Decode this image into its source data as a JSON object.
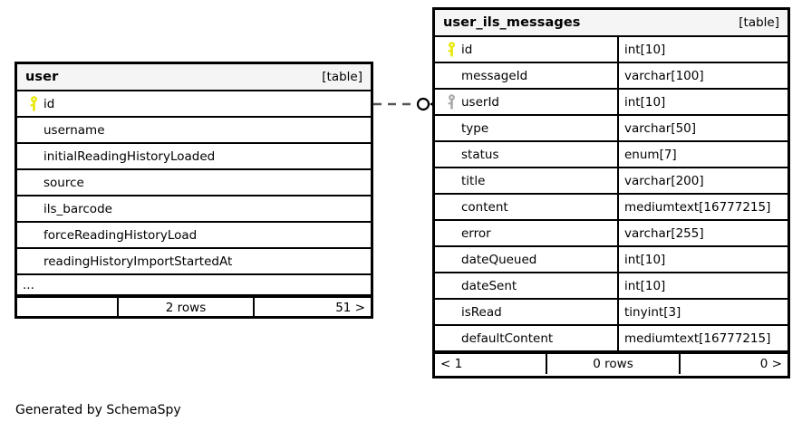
{
  "diagram": {
    "generator_credit": "Generated by SchemaSpy",
    "table_tag": "[table]",
    "colors": {
      "primary_key": "#e8e800",
      "foreign_key": "#a8a8a8",
      "header_bg": "#f5f5f5",
      "border": "#000000"
    }
  },
  "tables": [
    {
      "id": "user",
      "name": "user",
      "tag": "[table]",
      "columns": [
        {
          "name": "id",
          "type": "",
          "key": "primary"
        },
        {
          "name": "username",
          "type": "",
          "key": "none"
        },
        {
          "name": "initialReadingHistoryLoaded",
          "type": "",
          "key": "none"
        },
        {
          "name": "source",
          "type": "",
          "key": "none"
        },
        {
          "name": "ils_barcode",
          "type": "",
          "key": "none"
        },
        {
          "name": "forceReadingHistoryLoad",
          "type": "",
          "key": "none"
        },
        {
          "name": "readingHistoryImportStartedAt",
          "type": "",
          "key": "none"
        }
      ],
      "truncation_marker": "...",
      "footer": {
        "left": "",
        "middle": "2 rows",
        "right": "51 >"
      }
    },
    {
      "id": "user_ils_messages",
      "name": "user_ils_messages",
      "tag": "[table]",
      "columns": [
        {
          "name": "id",
          "type": "int[10]",
          "key": "primary"
        },
        {
          "name": "messageId",
          "type": "varchar[100]",
          "key": "none"
        },
        {
          "name": "userId",
          "type": "int[10]",
          "key": "foreign"
        },
        {
          "name": "type",
          "type": "varchar[50]",
          "key": "none"
        },
        {
          "name": "status",
          "type": "enum[7]",
          "key": "none"
        },
        {
          "name": "title",
          "type": "varchar[200]",
          "key": "none"
        },
        {
          "name": "content",
          "type": "mediumtext[16777215]",
          "key": "none"
        },
        {
          "name": "error",
          "type": "varchar[255]",
          "key": "none"
        },
        {
          "name": "dateQueued",
          "type": "int[10]",
          "key": "none"
        },
        {
          "name": "dateSent",
          "type": "int[10]",
          "key": "none"
        },
        {
          "name": "isRead",
          "type": "tinyint[3]",
          "key": "none"
        },
        {
          "name": "defaultContent",
          "type": "mediumtext[16777215]",
          "key": "none"
        }
      ],
      "footer": {
        "left": "< 1",
        "middle": "0 rows",
        "right": "0 >"
      }
    }
  ],
  "relationship": {
    "from_table": "user",
    "from_column": "id",
    "to_table": "user_ils_messages",
    "to_column": "userId",
    "style": "dashed",
    "from_marker": "zero-or-one-circle",
    "to_marker": "crows-foot-arrow"
  }
}
